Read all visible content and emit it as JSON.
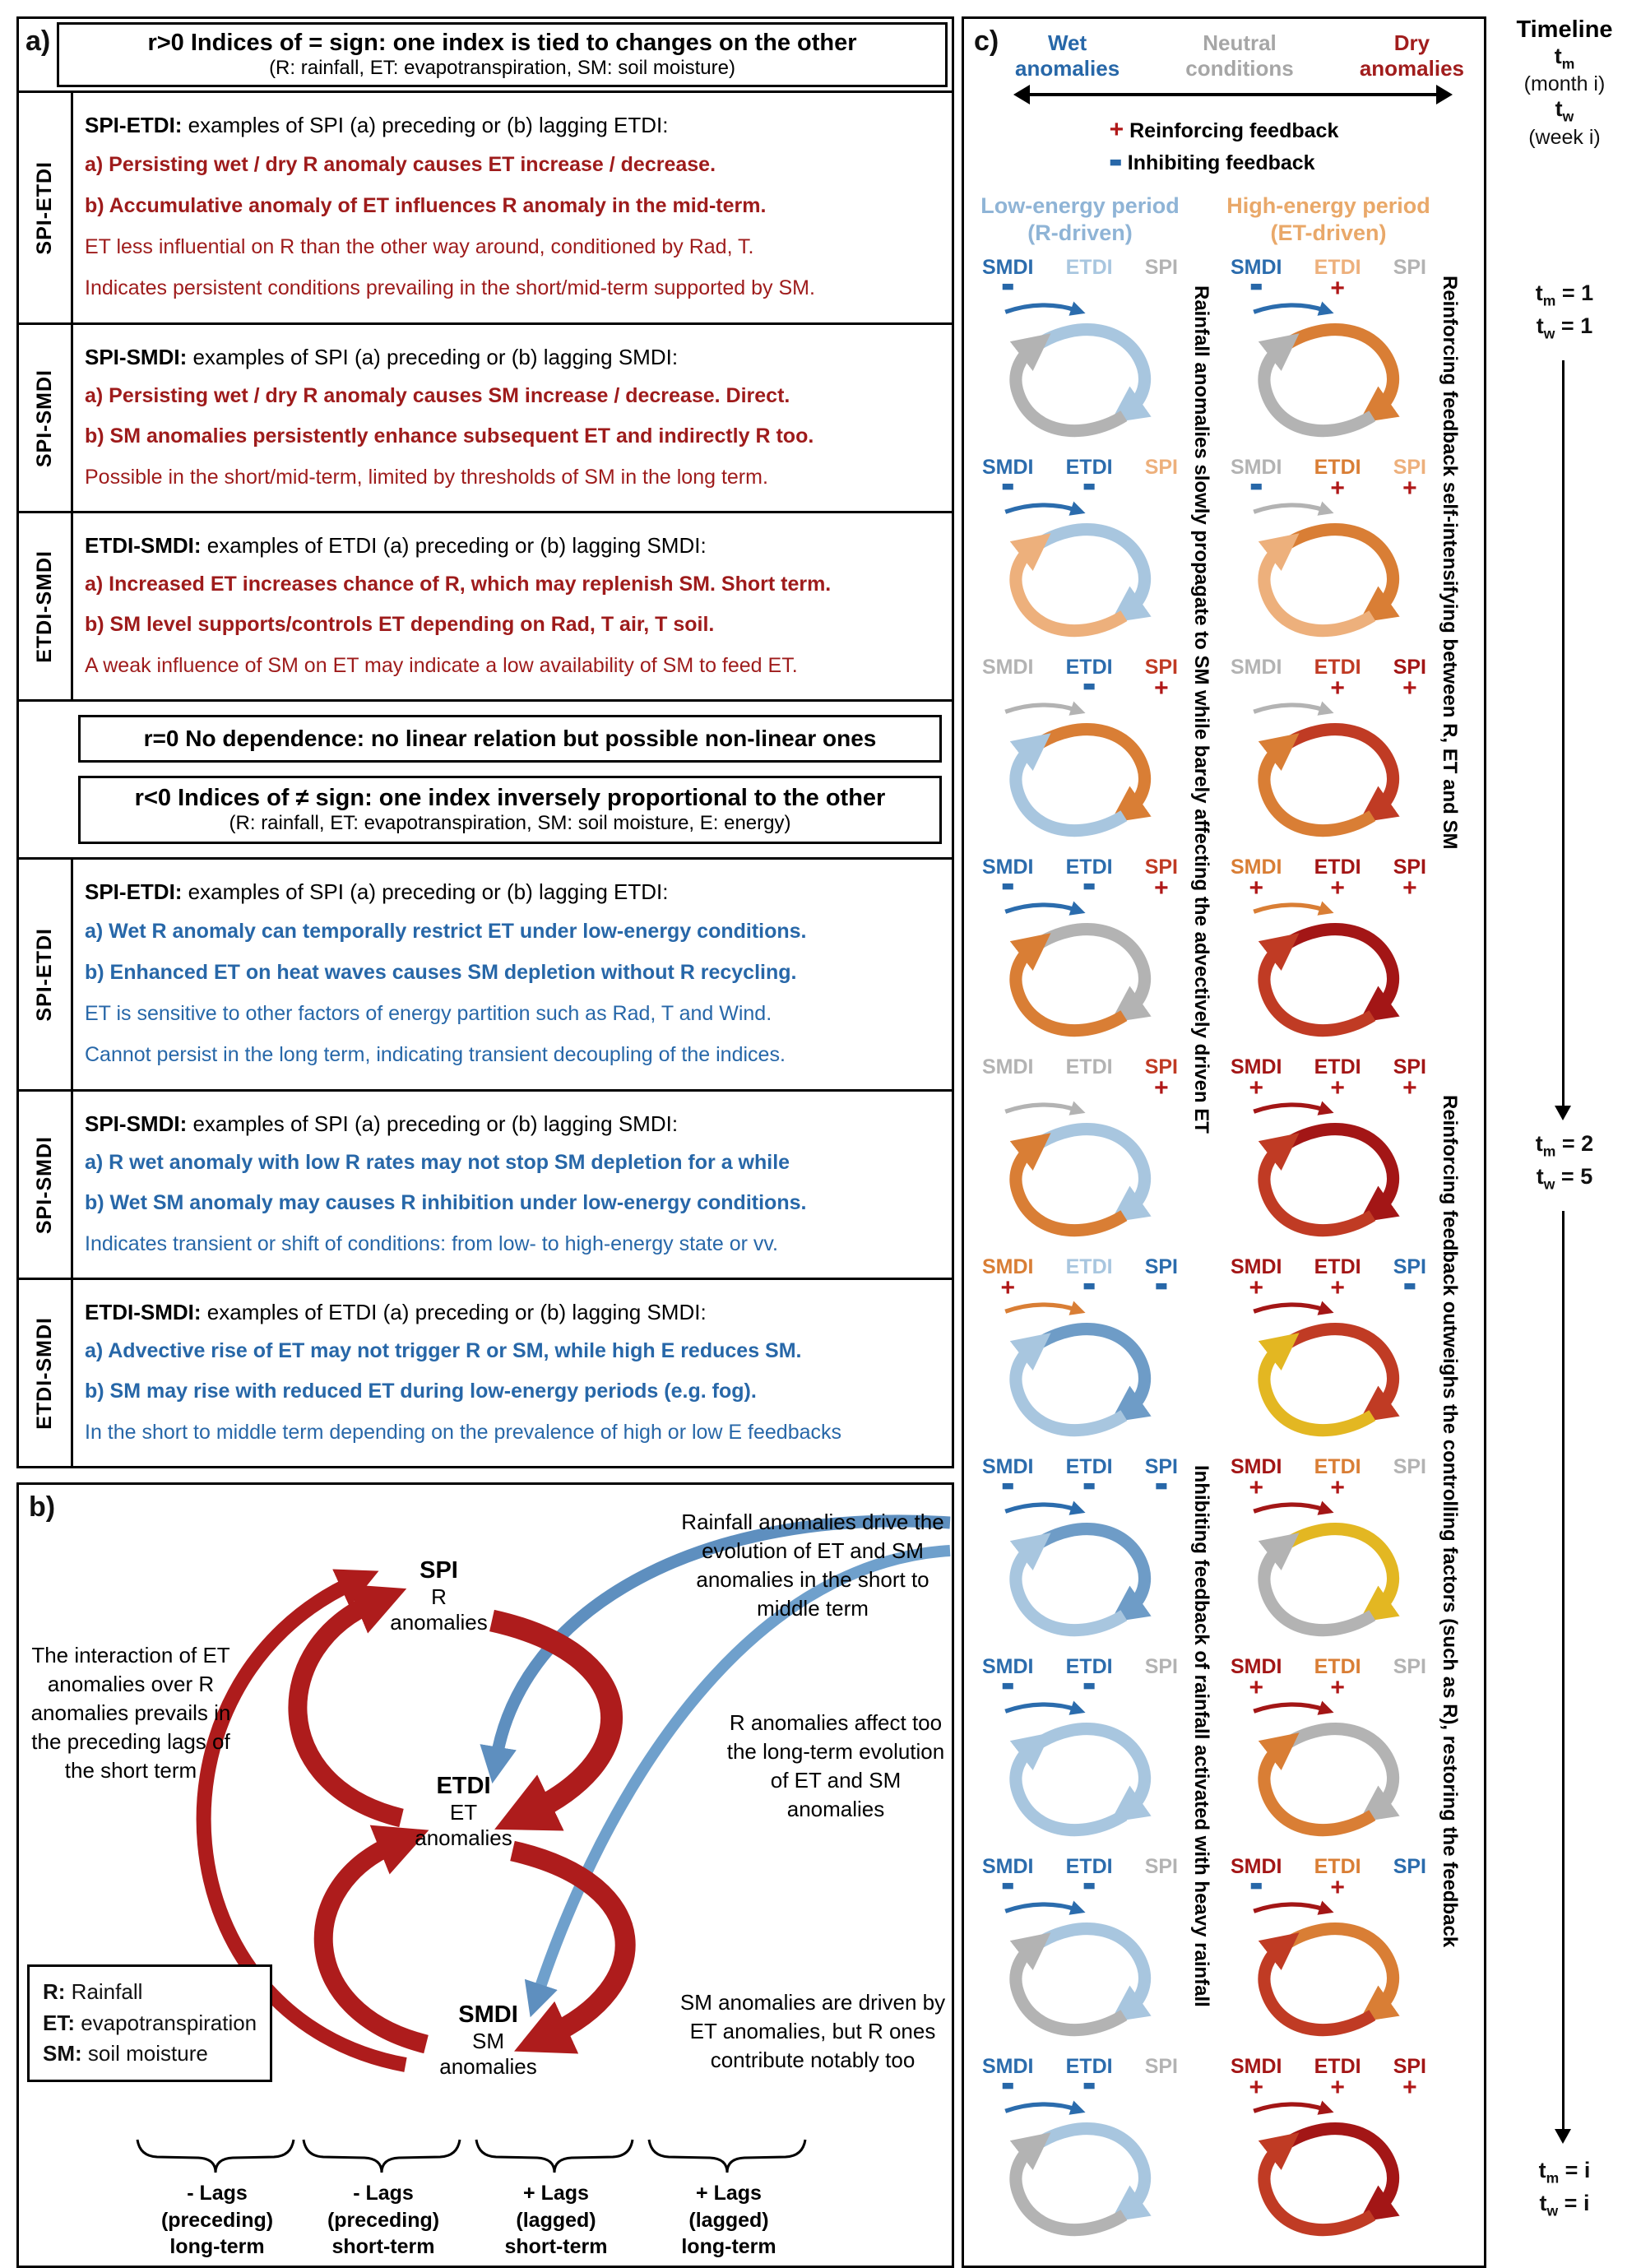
{
  "palette": {
    "blue": "#2B6CAD",
    "light_blue": "#A8C6DF",
    "steel": "#6E9CC7",
    "gray": "#B3B3B3",
    "orange": "#D97E35",
    "light_orange": "#EDB07C",
    "red": "#C03B24",
    "crimson": "#A31616",
    "yellow": "#E3B722"
  },
  "panel_a": {
    "label": "a)",
    "pos_header": {
      "title": "r>0 Indices of = sign: one index is tied to changes on the other",
      "subtitle": "(R: rainfall, ET: evapotranspiration, SM: soil moisture)"
    },
    "pos_sections": [
      {
        "side_label": "SPI-ETDI",
        "head_name": "SPI-ETDI:",
        "head_rest": " examples of SPI (a) preceding or (b) lagging ETDI:",
        "lines": [
          {
            "text": "a) Persisting wet / dry R anomaly causes ET increase / decrease.",
            "bold": true
          },
          {
            "text": "b) Accumulative anomaly of ET influences R anomaly in the mid-term.",
            "bold": true
          },
          {
            "text": "ET less influential on R than the other way around, conditioned by Rad, T.",
            "bold": false
          },
          {
            "text": "Indicates persistent conditions prevailing in the short/mid-term supported by SM.",
            "bold": false
          }
        ]
      },
      {
        "side_label": "SPI-SMDI",
        "head_name": "SPI-SMDI:",
        "head_rest": " examples of SPI (a) preceding or (b) lagging SMDI:",
        "lines": [
          {
            "text": "a) Persisting wet / dry R anomaly causes SM increase / decrease. Direct.",
            "bold": true
          },
          {
            "text": "b) SM anomalies persistently enhance subsequent ET and indirectly R too.",
            "bold": true
          },
          {
            "text": "Possible in the short/mid-term, limited by thresholds of SM in the long term.",
            "bold": false
          }
        ]
      },
      {
        "side_label": "ETDI-SMDI",
        "head_name": "ETDI-SMDI:",
        "head_rest": " examples of ETDI (a) preceding or (b) lagging SMDI:",
        "lines": [
          {
            "text": "a) Increased ET increases chance of R, which may replenish SM. Short term.",
            "bold": true
          },
          {
            "text": "b) SM level supports/controls ET depending on Rad, T air, T soil.",
            "bold": true
          },
          {
            "text": "A weak influence of SM on ET may indicate a low availability of SM to feed ET.",
            "bold": false
          }
        ]
      }
    ],
    "zero_box": "r=0 No dependence: no linear relation but possible non-linear ones",
    "neg_header": {
      "title": "r<0 Indices of ≠ sign: one index inversely proportional to the other",
      "subtitle": "(R: rainfall, ET: evapotranspiration, SM: soil moisture, E: energy)"
    },
    "neg_sections": [
      {
        "side_label": "SPI-ETDI",
        "head_name": "SPI-ETDI:",
        "head_rest": " examples of SPI (a) preceding or (b) lagging ETDI:",
        "lines": [
          {
            "text": "a) Wet R anomaly can temporally restrict ET under low-energy conditions.",
            "bold": true
          },
          {
            "text": "b) Enhanced ET on heat waves causes SM depletion without R recycling.",
            "bold": true
          },
          {
            "text": "ET is sensitive to other factors of energy partition such as Rad, T and Wind.",
            "bold": false
          },
          {
            "text": "Cannot persist in the long term, indicating transient decoupling of the indices.",
            "bold": false
          }
        ]
      },
      {
        "side_label": "SPI-SMDI",
        "head_name": "SPI-SMDI:",
        "head_rest": " examples of SPI (a) preceding or (b) lagging SMDI:",
        "lines": [
          {
            "text": "a) R wet anomaly with low R rates may not stop SM depletion for a while",
            "bold": true
          },
          {
            "text": "b) Wet SM anomaly may causes R inhibition under low-energy conditions.",
            "bold": true
          },
          {
            "text": "Indicates transient or shift of conditions: from low- to high-energy state or vv.",
            "bold": false
          }
        ]
      },
      {
        "side_label": "ETDI-SMDI",
        "head_name": "ETDI-SMDI:",
        "head_rest": " examples of ETDI (a) preceding or (b) lagging SMDI:",
        "lines": [
          {
            "text": "a) Advective rise of ET may not trigger R or SM, while high E reduces SM.",
            "bold": true
          },
          {
            "text": "b) SM may rise with reduced ET during low-energy periods (e.g. fog).",
            "bold": true
          },
          {
            "text": "In the short to middle term depending on the prevalence of high or low E feedbacks",
            "bold": false
          }
        ]
      }
    ]
  },
  "panel_b": {
    "label": "b)",
    "nodes": [
      {
        "name": "SPI",
        "line1": "R",
        "line2": "anomalies"
      },
      {
        "name": "ETDI",
        "line1": "ET",
        "line2": "anomalies"
      },
      {
        "name": "SMDI",
        "line1": "SM",
        "line2": "anomalies"
      }
    ],
    "left_note": "The interaction of ET anomalies over R anomalies prevails in the preceding lags of the short term",
    "right_notes": [
      "Rainfall anomalies drive the evolution of ET and SM anomalies in the short to middle term",
      "R anomalies affect too the long-term evolution of ET and SM anomalies",
      "SM anomalies are driven by ET anomalies, but R ones contribute notably too"
    ],
    "legend": [
      {
        "k": "R:",
        "v": " Rainfall"
      },
      {
        "k": "ET:",
        "v": " evapotranspiration"
      },
      {
        "k": "SM:",
        "v": " soil moisture"
      }
    ],
    "lags": [
      {
        "l1": "- Lags",
        "l2": "(preceding)",
        "l3": "long-term"
      },
      {
        "l1": "- Lags",
        "l2": "(preceding)",
        "l3": "short-term"
      },
      {
        "l1": "+ Lags",
        "l2": "(lagged)",
        "l3": "short-term"
      },
      {
        "l1": "+ Lags",
        "l2": "(lagged)",
        "l3": "long-term"
      }
    ]
  },
  "panel_c": {
    "label": "c)",
    "spectrum": {
      "wet1": "Wet",
      "wet2": "anomalies",
      "neutral1": "Neutral",
      "neutral2": "conditions",
      "dry1": "Dry",
      "dry2": "anomalies"
    },
    "legend": [
      {
        "symbol": "+",
        "text": " Reinforcing feedback"
      },
      {
        "symbol": "−",
        "text": " Inhibiting feedback"
      }
    ],
    "columns": [
      {
        "title": "Low-energy period",
        "subtitle": "(R-driven)",
        "rows": [
          {
            "labels": [
              [
                "SMDI",
                "blue",
                "−"
              ],
              [
                "ETDI",
                "light_blue",
                ""
              ],
              [
                "SPI",
                "gray",
                ""
              ]
            ],
            "arrows": {
              "top": "blue",
              "a": "light_blue",
              "b": "gray"
            }
          },
          {
            "labels": [
              [
                "SMDI",
                "blue",
                "−"
              ],
              [
                "ETDI",
                "blue",
                "−"
              ],
              [
                "SPI",
                "light_orange",
                ""
              ]
            ],
            "arrows": {
              "top": "blue",
              "a": "light_blue",
              "b": "light_orange"
            }
          },
          {
            "labels": [
              [
                "SMDI",
                "gray",
                ""
              ],
              [
                "ETDI",
                "blue",
                "−"
              ],
              [
                "SPI",
                "red",
                "+"
              ]
            ],
            "arrows": {
              "top": "gray",
              "a": "orange",
              "b": "light_blue"
            }
          },
          {
            "labels": [
              [
                "SMDI",
                "blue",
                "−"
              ],
              [
                "ETDI",
                "blue",
                "−"
              ],
              [
                "SPI",
                "red",
                "+"
              ]
            ],
            "arrows": {
              "top": "blue",
              "a": "gray",
              "b": "orange"
            }
          },
          {
            "labels": [
              [
                "SMDI",
                "gray",
                ""
              ],
              [
                "ETDI",
                "gray",
                ""
              ],
              [
                "SPI",
                "red",
                "+"
              ]
            ],
            "arrows": {
              "top": "gray",
              "a": "light_blue",
              "b": "orange"
            }
          },
          {
            "labels": [
              [
                "SMDI",
                "orange",
                "+"
              ],
              [
                "ETDI",
                "light_blue",
                "−"
              ],
              [
                "SPI",
                "blue",
                "−"
              ]
            ],
            "arrows": {
              "top": "orange",
              "a": "steel",
              "b": "light_blue"
            }
          },
          {
            "labels": [
              [
                "SMDI",
                "blue",
                "−"
              ],
              [
                "ETDI",
                "blue",
                "−"
              ],
              [
                "SPI",
                "blue",
                "−"
              ]
            ],
            "arrows": {
              "top": "blue",
              "a": "steel",
              "b": "light_blue"
            }
          },
          {
            "labels": [
              [
                "SMDI",
                "blue",
                "−"
              ],
              [
                "ETDI",
                "blue",
                "−"
              ],
              [
                "SPI",
                "gray",
                ""
              ]
            ],
            "arrows": {
              "top": "blue",
              "a": "light_blue",
              "b": "light_blue"
            }
          },
          {
            "labels": [
              [
                "SMDI",
                "blue",
                "−"
              ],
              [
                "ETDI",
                "blue",
                "−"
              ],
              [
                "SPI",
                "gray",
                ""
              ]
            ],
            "arrows": {
              "top": "blue",
              "a": "light_blue",
              "b": "gray"
            }
          },
          {
            "labels": [
              [
                "SMDI",
                "blue",
                "−"
              ],
              [
                "ETDI",
                "blue",
                "−"
              ],
              [
                "SPI",
                "gray",
                ""
              ]
            ],
            "arrows": {
              "top": "blue",
              "a": "light_blue",
              "b": "gray"
            }
          }
        ]
      },
      {
        "title": "High-energy period",
        "subtitle": "(ET-driven)",
        "rows": [
          {
            "labels": [
              [
                "SMDI",
                "blue",
                "−"
              ],
              [
                "ETDI",
                "light_orange",
                "+"
              ],
              [
                "SPI",
                "gray",
                ""
              ]
            ],
            "arrows": {
              "top": "blue",
              "a": "orange",
              "b": "gray"
            }
          },
          {
            "labels": [
              [
                "SMDI",
                "gray",
                "−"
              ],
              [
                "ETDI",
                "orange",
                "+"
              ],
              [
                "SPI",
                "light_orange",
                "+"
              ]
            ],
            "arrows": {
              "top": "gray",
              "a": "orange",
              "b": "light_orange"
            }
          },
          {
            "labels": [
              [
                "SMDI",
                "gray",
                ""
              ],
              [
                "ETDI",
                "red",
                "+"
              ],
              [
                "SPI",
                "crimson",
                "+"
              ]
            ],
            "arrows": {
              "top": "gray",
              "a": "red",
              "b": "orange"
            }
          },
          {
            "labels": [
              [
                "SMDI",
                "orange",
                "+"
              ],
              [
                "ETDI",
                "crimson",
                "+"
              ],
              [
                "SPI",
                "crimson",
                "+"
              ]
            ],
            "arrows": {
              "top": "orange",
              "a": "crimson",
              "b": "red"
            }
          },
          {
            "labels": [
              [
                "SMDI",
                "crimson",
                "+"
              ],
              [
                "ETDI",
                "crimson",
                "+"
              ],
              [
                "SPI",
                "crimson",
                "+"
              ]
            ],
            "arrows": {
              "top": "crimson",
              "a": "crimson",
              "b": "red"
            }
          },
          {
            "labels": [
              [
                "SMDI",
                "crimson",
                "+"
              ],
              [
                "ETDI",
                "crimson",
                "+"
              ],
              [
                "SPI",
                "blue",
                "−"
              ]
            ],
            "arrows": {
              "top": "crimson",
              "a": "red",
              "b": "yellow"
            }
          },
          {
            "labels": [
              [
                "SMDI",
                "crimson",
                "+"
              ],
              [
                "ETDI",
                "orange",
                "+"
              ],
              [
                "SPI",
                "gray",
                ""
              ]
            ],
            "arrows": {
              "top": "crimson",
              "a": "yellow",
              "b": "gray"
            }
          },
          {
            "labels": [
              [
                "SMDI",
                "crimson",
                "+"
              ],
              [
                "ETDI",
                "orange",
                "+"
              ],
              [
                "SPI",
                "gray",
                ""
              ]
            ],
            "arrows": {
              "top": "crimson",
              "a": "gray",
              "b": "orange"
            }
          },
          {
            "labels": [
              [
                "SMDI",
                "crimson",
                "−"
              ],
              [
                "ETDI",
                "orange",
                "+"
              ],
              [
                "SPI",
                "blue",
                ""
              ]
            ],
            "arrows": {
              "top": "crimson",
              "a": "orange",
              "b": "red"
            }
          },
          {
            "labels": [
              [
                "SMDI",
                "crimson",
                "+"
              ],
              [
                "ETDI",
                "crimson",
                "+"
              ],
              [
                "SPI",
                "crimson",
                "+"
              ]
            ],
            "arrows": {
              "top": "crimson",
              "a": "crimson",
              "b": "red"
            }
          }
        ]
      }
    ],
    "annotations": [
      "Rainfall anomalies slowly propagate to SM while barely affecting the advectively driven ET",
      "Inhibiting feedback of rainfall activated with heavy rainfall",
      "Reinforcing feedback self-intensifying between R, ET and SM",
      "Reinforcing feedback outweighs the controlling factors (such as R), restoring the feedback"
    ]
  },
  "timeline": {
    "title": "Timeline",
    "sub_m": {
      "base": "t",
      "sub": "m",
      "desc": "(month i)"
    },
    "sub_w": {
      "base": "t",
      "sub": "w",
      "desc": "(week i)"
    },
    "marks": [
      {
        "m": " = 1",
        "w": " = 1"
      },
      {
        "m": " = 2",
        "w": " = 5"
      },
      {
        "m": " = i",
        "w": " = i"
      }
    ]
  }
}
